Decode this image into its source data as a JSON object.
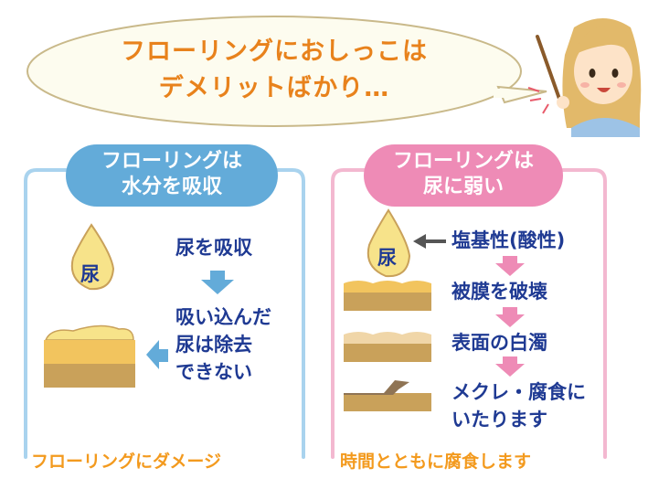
{
  "header": {
    "line1": "フローリングにおしっこは",
    "line2": "デメリットばかり…"
  },
  "left_panel": {
    "title_line1": "フローリングは",
    "title_line2": "水分を吸収",
    "drop_label": "尿",
    "step1": "尿を吸収",
    "step2_line1": "吸い込んだ",
    "step2_line2": "尿は除去",
    "step2_line3": "できない",
    "footer": "フローリングにダメージ"
  },
  "right_panel": {
    "title_line1": "フローリングは",
    "title_line2": "尿に弱い",
    "drop_label": "尿",
    "steps": [
      "塩基性(酸性)",
      "被膜を破壊",
      "表面の白濁",
      "メクレ・腐食に",
      "いたります"
    ],
    "footer": "時間とともに腐食します"
  },
  "colors": {
    "orange_text": "#e8821c",
    "blue_frame": "#a9d3ee",
    "blue_title": "#63abd9",
    "pink_frame": "#f3b8d0",
    "pink_title": "#ee8bb6",
    "navy_text": "#1f3a93",
    "drop_fill": "#f7e38a",
    "wood_top": "#f2c45e",
    "wood_body": "#c9a15a"
  }
}
